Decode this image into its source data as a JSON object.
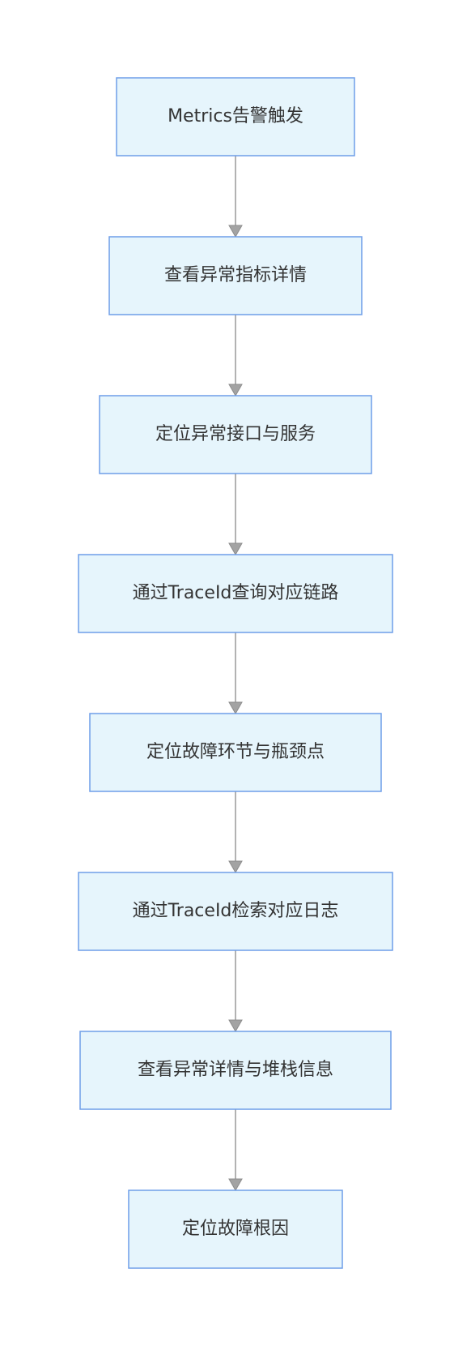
{
  "flowchart": {
    "nodes": [
      {
        "id": "n1",
        "label": "Metrics告警触发"
      },
      {
        "id": "n2",
        "label": "查看异常指标详情"
      },
      {
        "id": "n3",
        "label": "定位异常接口与服务"
      },
      {
        "id": "n4",
        "label": "通过TraceId查询对应链路"
      },
      {
        "id": "n5",
        "label": "定位故障环节与瓶颈点"
      },
      {
        "id": "n6",
        "label": "通过TraceId检索对应日志"
      },
      {
        "id": "n7",
        "label": "查看异常详情与堆栈信息"
      },
      {
        "id": "n8",
        "label": "定位故障根因"
      }
    ],
    "edges": [
      {
        "from": "n1",
        "to": "n2"
      },
      {
        "from": "n2",
        "to": "n3"
      },
      {
        "from": "n3",
        "to": "n4"
      },
      {
        "from": "n4",
        "to": "n5"
      },
      {
        "from": "n5",
        "to": "n6"
      },
      {
        "from": "n6",
        "to": "n7"
      },
      {
        "from": "n7",
        "to": "n8"
      }
    ],
    "colors": {
      "node_fill": "#e6f5fc",
      "node_border": "#6e9ee8",
      "edge": "#999999",
      "text": "#333333"
    }
  }
}
